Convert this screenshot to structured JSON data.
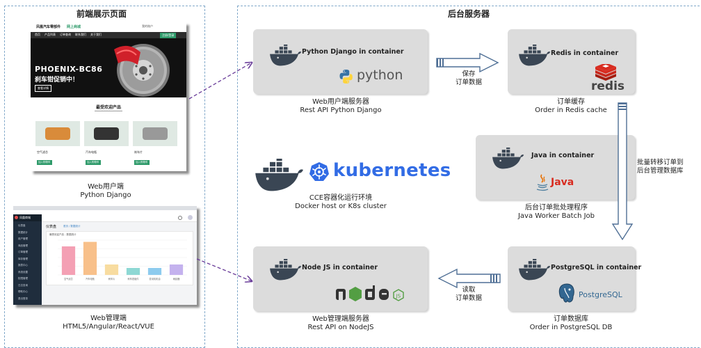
{
  "frontend": {
    "title": "前端展示页面",
    "web_user": {
      "line1": "Web用户端",
      "line2": "Python Django",
      "site_name": "凤凰汽车零部件",
      "site_badge": "网上商城",
      "nav": [
        "首页",
        "产品列表",
        "订单查询",
        "联系我们",
        "关于我们"
      ],
      "account": "我的账户",
      "register_btn": "注册/登录",
      "hero_title": "PHOENIX-BC86",
      "hero_subtitle": "刹车钳促销中！",
      "hero_button": "查看详情",
      "section_heading": "最受欢迎产品",
      "products": [
        "空气滤芯",
        "汽车电瓶",
        "刹车片"
      ],
      "buy_label": "加入购物车"
    },
    "web_admin": {
      "line1": "Web管理端",
      "line2": "HTML5/Angular/React/VUE",
      "app_name": "凤凰商城",
      "page_title": "仪表盘",
      "breadcrumb": "首页 / 数据统计",
      "chart_title": "最受欢迎产品 - 数据统计",
      "menu_items": [
        "仪表盘",
        "数据统计",
        "用户管理",
        "商品管理",
        "订单管理",
        "库存管理",
        "报表中心",
        "系统设置",
        "权限管理",
        "日志查询",
        "帮助中心",
        "退出登录"
      ]
    }
  },
  "backend": {
    "title": "后台服务器",
    "django": {
      "title": "Python Django in container",
      "logo_text": "python",
      "line1": "Web用户端服务器",
      "line2": "Rest API Python Django"
    },
    "redis": {
      "title": "Redis in container",
      "logo_text": "redis",
      "line1": "订单缓存",
      "line2": "Order in Redis cache"
    },
    "java": {
      "title": "Java in container",
      "logo_text": "Java",
      "line1": "后台订单批处理程序",
      "line2": "Java Worker Batch Job"
    },
    "nodejs": {
      "title": "Node JS in container",
      "logo_text": "node",
      "line1": "Web管理端服务器",
      "line2": "Rest API on NodeJS"
    },
    "postgres": {
      "title": "PostgreSQL in container",
      "logo_text": "PostgreSQL",
      "line1": "订单数据库",
      "line2": "Order in PostgreSQL DB"
    },
    "cce": {
      "k8s_text": "kubernetes",
      "line1": "CCE容器化运行环境",
      "line2": "Docker host or K8s cluster"
    }
  },
  "arrows": {
    "save": {
      "line1": "保存",
      "line2": "订单数据"
    },
    "batch": {
      "line1": "批量转移订单到",
      "line2": "后台管理数据库"
    },
    "read": {
      "line1": "读取",
      "line2": "订单数据"
    }
  },
  "colors": {
    "panel_border": "#7fa7c9",
    "dashed_arrow": "#6a3d99",
    "block_arrow": "#4f6f95",
    "box_bg": "#dcdcdc",
    "docker_dark": "#3a4654",
    "k8s_blue": "#326ce5",
    "redis_red": "#d82c20",
    "java_red": "#e76f00",
    "python_blue": "#3572a5",
    "python_yellow": "#ffd43b",
    "node_green": "#539e43",
    "pg_blue": "#336791"
  },
  "chart_data": {
    "type": "bar",
    "title": "最受欢迎产品 - 数据统计",
    "categories": [
      "空气滤芯",
      "汽车电瓶",
      "刹车片",
      "刹车钳组件",
      "发动机机油",
      "雨刮器"
    ],
    "values": [
      82,
      95,
      30,
      20,
      20,
      30
    ],
    "colors": [
      "#f4a0b4",
      "#f8c08a",
      "#f8dca0",
      "#8ed8d4",
      "#8ecbee",
      "#c4b2ee"
    ],
    "ylim": [
      0,
      100
    ]
  }
}
